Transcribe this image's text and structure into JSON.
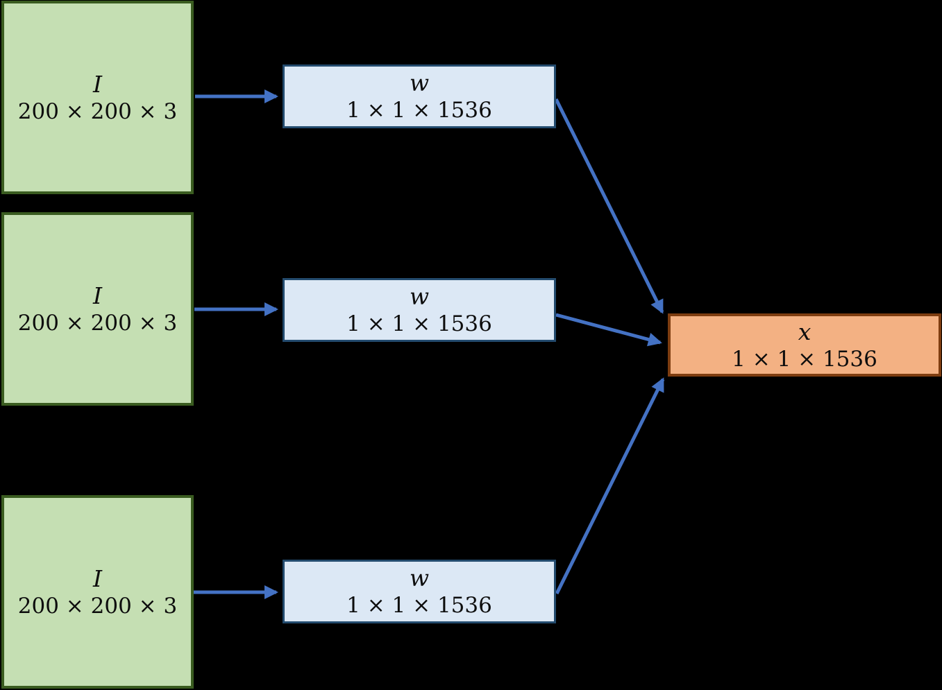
{
  "diagram": {
    "description": "three input tensors multiplied by 1x1 weight kernels producing one output vector",
    "inputs": [
      {
        "variable": "I",
        "dimensions": "200 × 200 × 3"
      },
      {
        "variable": "I",
        "dimensions": "200 × 200 × 3"
      },
      {
        "variable": "I",
        "dimensions": "200 × 200 × 3"
      }
    ],
    "weights": [
      {
        "variable": "w",
        "dimensions": "1 × 1 × 1536"
      },
      {
        "variable": "w",
        "dimensions": "1 × 1 × 1536"
      },
      {
        "variable": "w",
        "dimensions": "1 × 1 × 1536"
      }
    ],
    "output": {
      "variable": "x",
      "dimensions": "1 × 1 × 1536"
    },
    "arrows": [
      {
        "from": "input-1",
        "to": "weight-1"
      },
      {
        "from": "input-2",
        "to": "weight-2"
      },
      {
        "from": "input-3",
        "to": "weight-3"
      },
      {
        "from": "weight-1",
        "to": "output"
      },
      {
        "from": "weight-2",
        "to": "output"
      },
      {
        "from": "weight-3",
        "to": "output"
      }
    ],
    "colors": {
      "background": "#000000",
      "input_fill": "#c5dfb3",
      "input_border": "#3a5c20",
      "weight_fill": "#dce8f5",
      "weight_border": "#234b6e",
      "output_fill": "#f3b183",
      "output_border": "#7e3d10",
      "arrow": "#4472c4",
      "text": "#0d0d0d"
    }
  }
}
